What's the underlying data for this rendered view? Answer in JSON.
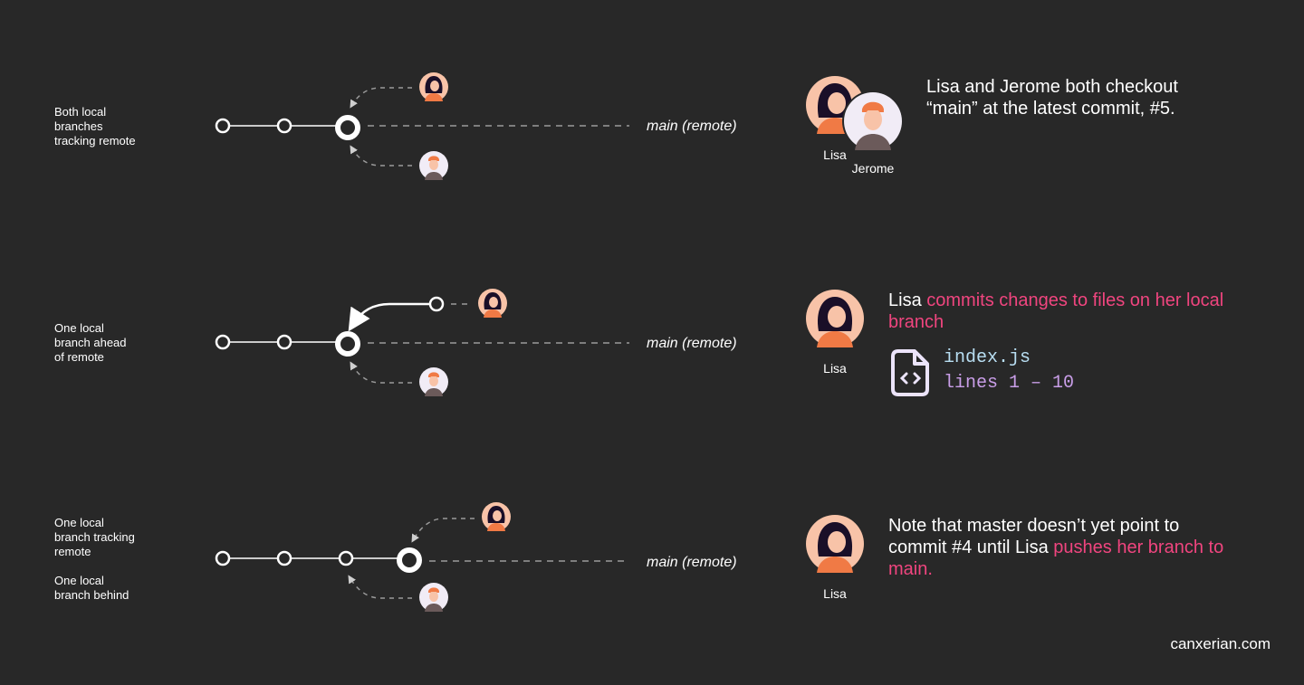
{
  "rows": [
    {
      "label": [
        "Both local",
        "branches",
        "tracking remote"
      ],
      "branch": "main (remote)",
      "description_plain": "Lisa and Jerome both checkout",
      "description_plain2": "“main” at the latest commit, #5.",
      "people": [
        "Lisa",
        "Jerome"
      ]
    },
    {
      "label": [
        "One local",
        "branch ahead",
        "of remote"
      ],
      "branch": "main (remote)",
      "description_plain": "Lisa ",
      "description_hl": "commits changes to files on her local",
      "description_hl2": "branch",
      "people": [
        "Lisa"
      ],
      "file": {
        "name": "index.js",
        "lines": "lines 1 – 10"
      }
    },
    {
      "label": [
        "One local",
        "branch tracking",
        "remote"
      ],
      "label2": [
        "One local",
        "branch behind"
      ],
      "branch": "main (remote)",
      "description_plain": "Note that master doesn’t yet point to",
      "description_plain2": "commit #4 until Lisa ",
      "description_hl": "pushes her branch to",
      "description_hl2": "main.",
      "people": [
        "Lisa"
      ]
    }
  ],
  "credit": "canxerian.com",
  "colors": {
    "background": "#282828",
    "highlight": "#f0457f",
    "avatar_bg": "#f8c3a8",
    "jerome_bg": "#f1ecf6",
    "hair_dark": "#1a0f28",
    "hair_orange": "#f07a45"
  }
}
